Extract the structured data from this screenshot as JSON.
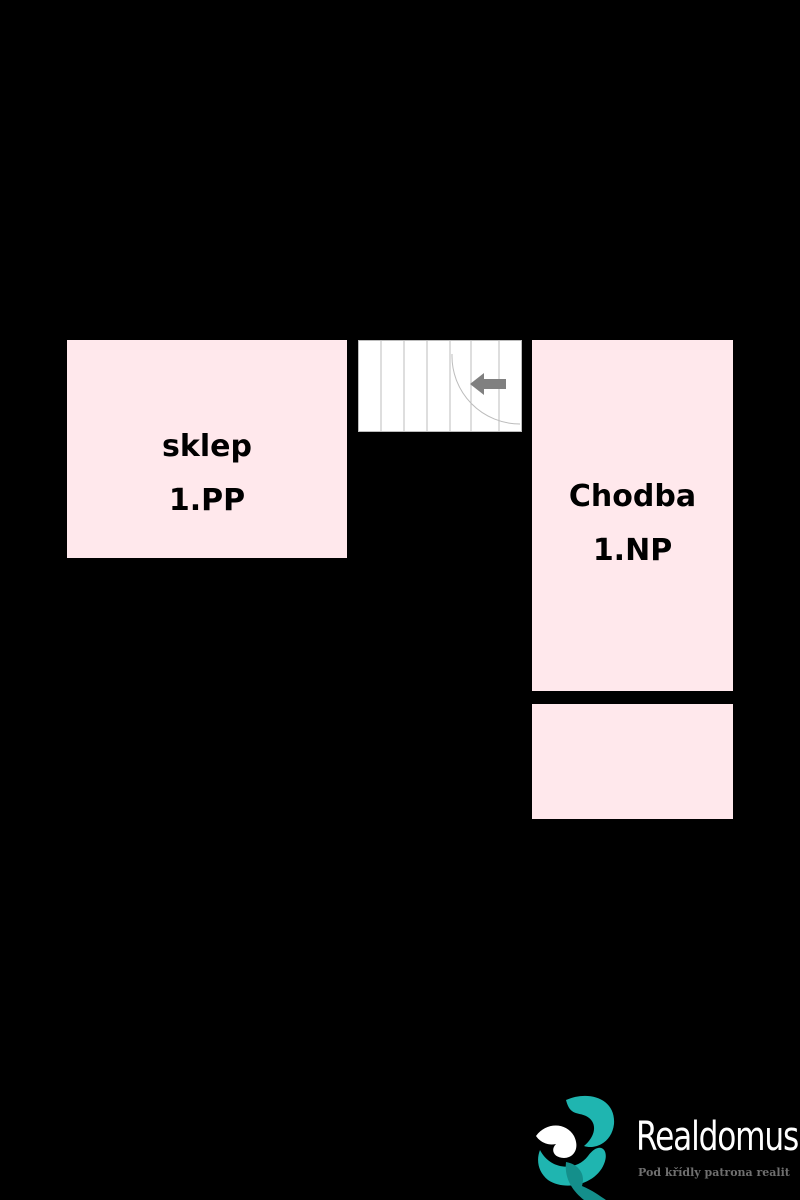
{
  "floorplan": {
    "rooms": [
      {
        "name": "sklep",
        "level": "1.PP"
      },
      {
        "name": "Chodba",
        "level": "1.NP"
      },
      {
        "name": "",
        "level": ""
      }
    ]
  },
  "icons": {
    "staircase": "staircase-icon",
    "direction_arrow": "arrow-left-icon",
    "logo_mark": "bird-logo-icon"
  },
  "logo": {
    "name": "Realdomus",
    "tagline": "Pod křídly patrona realit"
  },
  "colors": {
    "background": "#000000",
    "room_fill": "#ffe8ec",
    "stair_fill": "#ffffff",
    "arrow": "#808080",
    "logo_teal": "#1fb5b0",
    "logo_text": "#ffffff"
  }
}
